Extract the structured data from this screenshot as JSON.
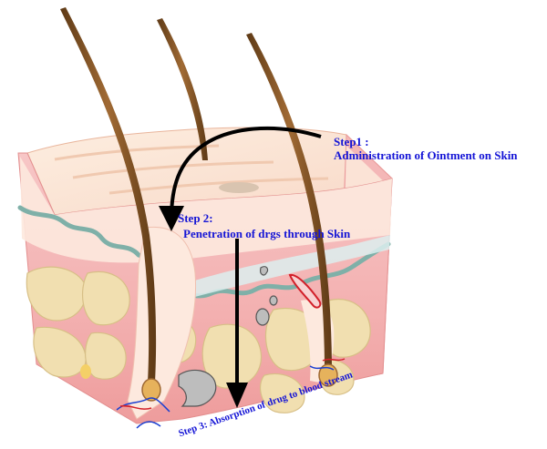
{
  "labels": {
    "step1_title": "Step1 :",
    "step1_desc": "Administration of Ointment on Skin",
    "step2_title": "Step 2:",
    "step2_desc": "Penetration of drgs through Skin",
    "step3": "Step 3: Absorption of drug to blood stream"
  },
  "colors": {
    "label_text": "#1414d6",
    "skin_front": "#f2a7a7",
    "skin_light": "#fde8d8",
    "dermis_cell": "#f1dfb0",
    "hair": "#8b5a2b",
    "membrane": "#7fb0a8",
    "arrow": "#000000",
    "vessel_blue": "#1a3fd1",
    "vessel_red": "#d2202a"
  },
  "icons": [
    "hair-shaft-icon",
    "curved-arrow-icon",
    "down-arrow-icon",
    "blood-vessel-icon",
    "cell-icon"
  ]
}
